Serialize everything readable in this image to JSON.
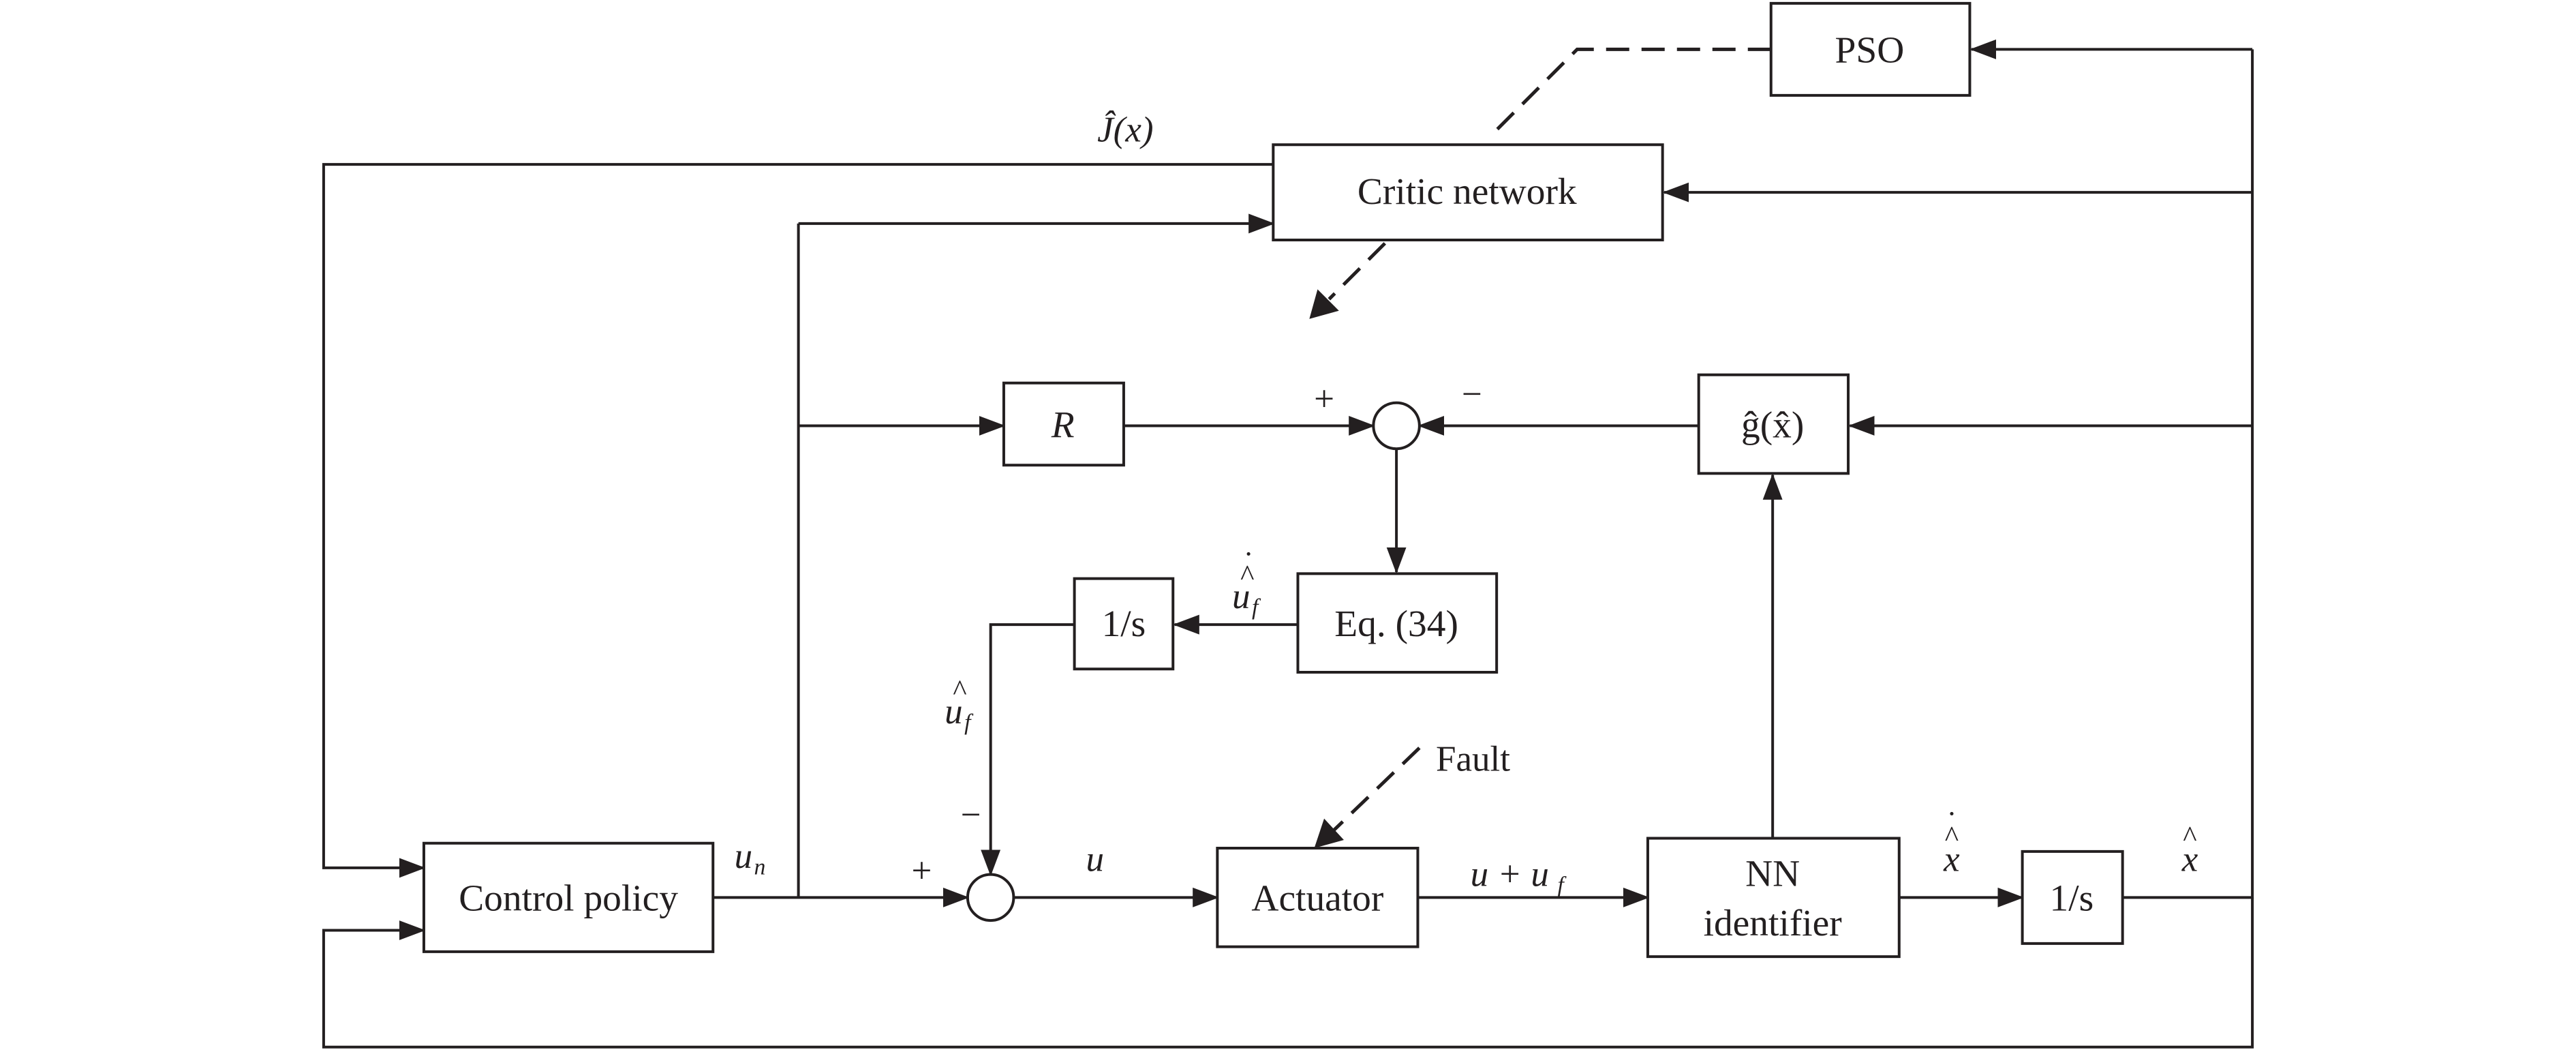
{
  "blocks": {
    "pso": "PSO",
    "critic": "Critic network",
    "r_gain": "R",
    "g_hat": "ĝ(x̂)",
    "eq34": "Eq. (34)",
    "integrator_fault": "1/s",
    "control_policy": "Control policy",
    "actuator": "Actuator",
    "nn_identifier_line1": "NN",
    "nn_identifier_line2": "identifier",
    "integrator_state": "1/s"
  },
  "signals": {
    "j_hat": "Ĵ(x)",
    "u_n": "u",
    "u_n_sub": "n",
    "u": "u",
    "u_plus_uf": "u + u",
    "u_plus_uf_sub": "f",
    "uf_hat_dot": "u",
    "uf_hat_dot_sub": "f",
    "uf_hat": "u",
    "uf_hat_sub": "f",
    "x_hat_dot": "x",
    "x_hat": "x",
    "fault": "Fault"
  },
  "signs": {
    "sum_top_plus": "+",
    "sum_top_minus": "−",
    "sum_bottom_plus": "+",
    "sum_bottom_minus": "−"
  },
  "colors": {
    "line": "#231f20",
    "background": "#ffffff"
  }
}
